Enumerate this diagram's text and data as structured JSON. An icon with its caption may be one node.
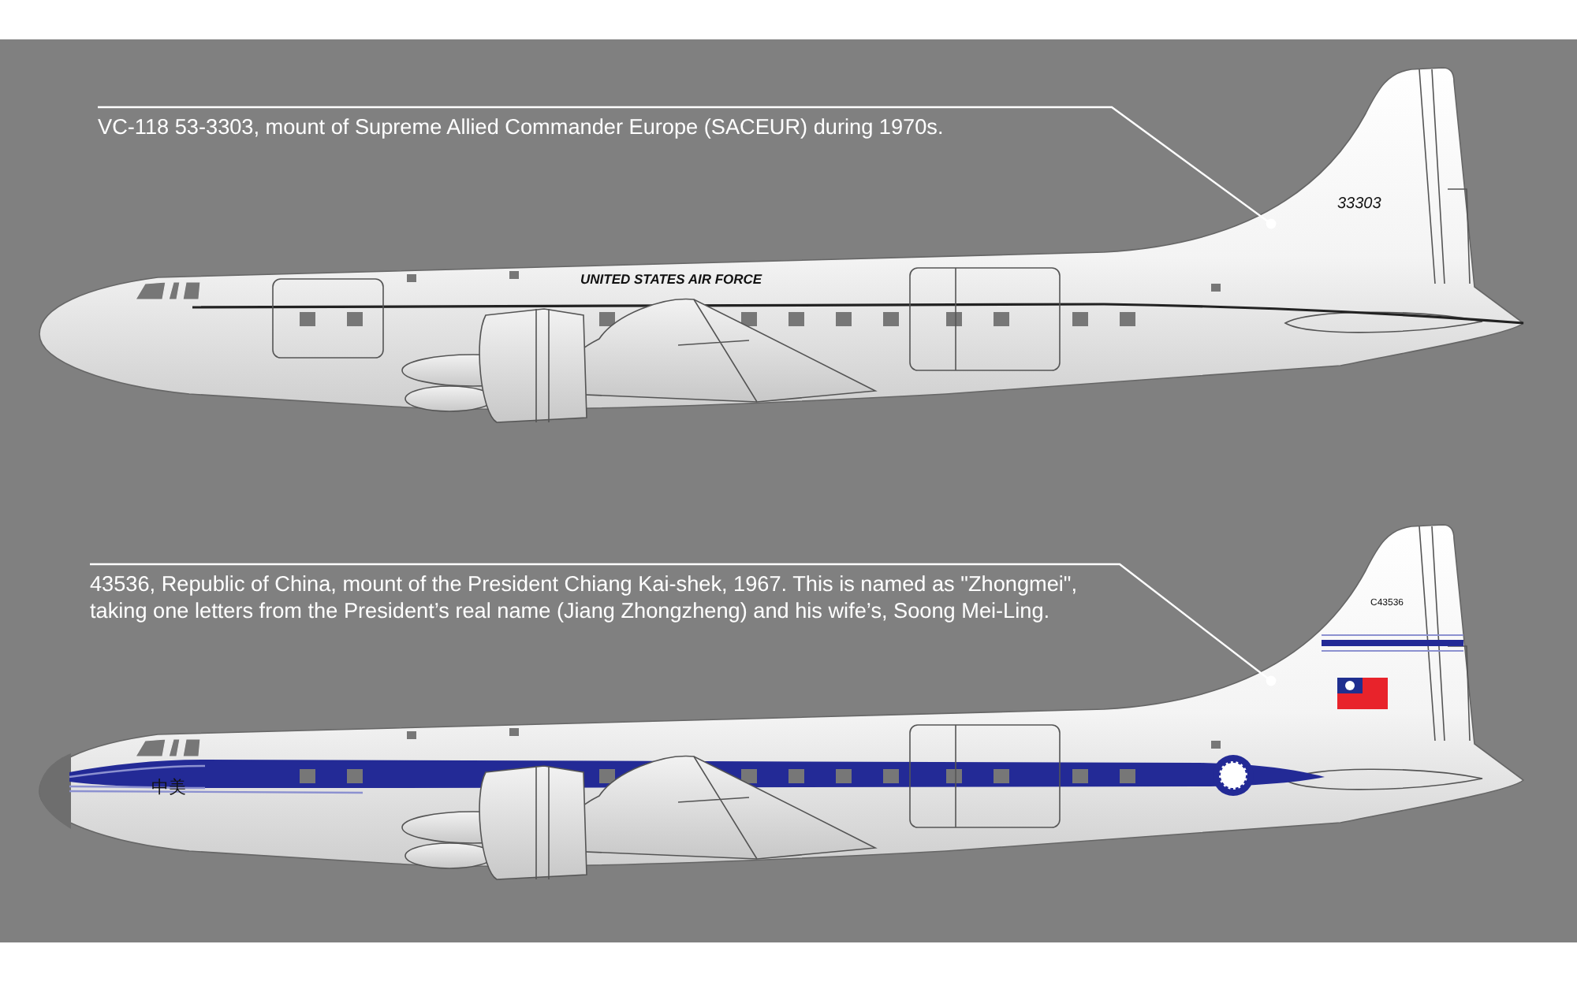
{
  "diagram": {
    "nodes": [
      {
        "text": [
          "VC-118 53-3303, mount of Supreme Allied Commander Europe (SACEUR) during 1970s."
        ]
      },
      {
        "text": [
          "43536, Republic of China, mount of the President Chiang Kai-shek, 1967. This is named as \"Zhongmei\", taking one letters from the President’s real name (Jiang Zhongzheng) and his wife’s, Soong Mei-Ling."
        ]
      }
    ],
    "edges": [
      {
        "from": 0,
        "to": null,
        "arrow": "other"
      },
      {
        "from": 1,
        "to": null,
        "arrow": "other"
      }
    ],
    "labels": [
      "UNITED STATES AIR FORCE",
      "33303",
      "C43536",
      "中美"
    ]
  }
}
